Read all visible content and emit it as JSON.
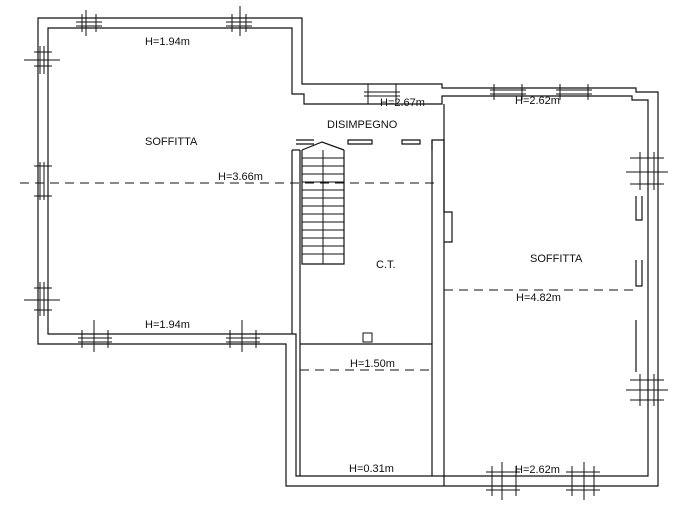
{
  "rooms": {
    "left_room": "SOFFITTA",
    "corridor": "DISIMPEGNO",
    "boiler_room": "C.T.",
    "right_room": "SOFFITTA"
  },
  "heights": {
    "left_top": "H=1.94m",
    "left_mid": "H=3.66m",
    "left_bottom": "H=1.94m",
    "corridor": "H=2.67m",
    "right_top": "H=2.62m",
    "right_mid": "H=4.82m",
    "right_bottom": "H=2.62m",
    "ct_mid": "H=1.50m",
    "ct_bottom": "H=0.31m"
  }
}
